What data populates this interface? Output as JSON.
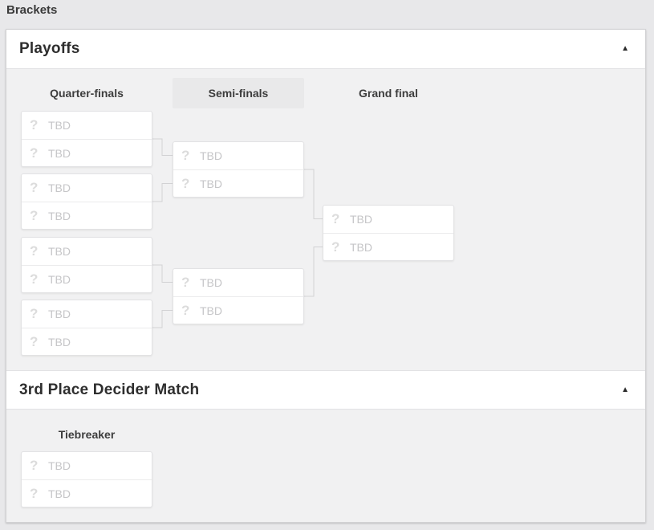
{
  "page": {
    "label": "Brackets"
  },
  "icons": {
    "placeholder": "?",
    "collapse": "▲"
  },
  "colors": {
    "page_bg": "#e8e8ea",
    "panel_bg": "#f1f1f2",
    "header_bg": "#ffffff",
    "round_highlight_bg": "#e9e9ea",
    "placeholder_text": "#c6c6c8",
    "connector": "#d2d2d4"
  },
  "playoffs": {
    "title": "Playoffs",
    "rounds": [
      {
        "label": "Quarter-finals",
        "highlighted": false
      },
      {
        "label": "Semi-finals",
        "highlighted": true
      },
      {
        "label": "Grand final",
        "highlighted": false
      }
    ],
    "matches": {
      "quarter_finals": [
        {
          "slots": [
            "TBD",
            "TBD"
          ]
        },
        {
          "slots": [
            "TBD",
            "TBD"
          ]
        },
        {
          "slots": [
            "TBD",
            "TBD"
          ]
        },
        {
          "slots": [
            "TBD",
            "TBD"
          ]
        }
      ],
      "semi_finals": [
        {
          "slots": [
            "TBD",
            "TBD"
          ]
        },
        {
          "slots": [
            "TBD",
            "TBD"
          ]
        }
      ],
      "grand_final": [
        {
          "slots": [
            "TBD",
            "TBD"
          ]
        }
      ]
    }
  },
  "third_place": {
    "title": "3rd Place Decider Match",
    "round_label": "Tiebreaker",
    "matches": [
      {
        "slots": [
          "TBD",
          "TBD"
        ]
      }
    ]
  }
}
